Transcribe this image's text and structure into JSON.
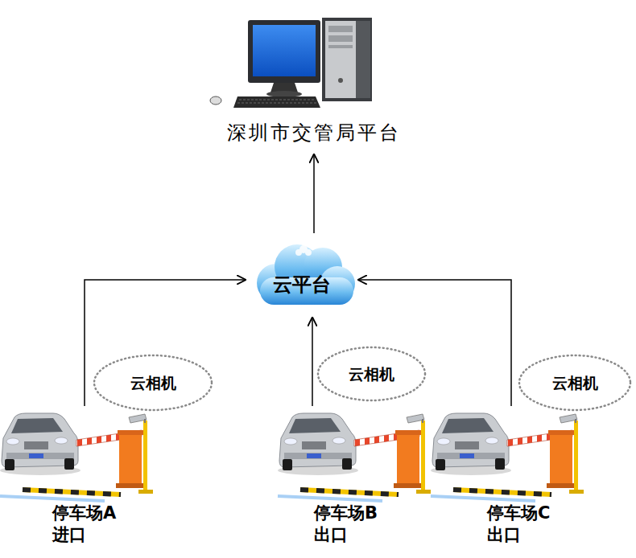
{
  "diagram": {
    "nodes": [
      {
        "text": [
          "深圳市交管局平台"
        ]
      },
      {
        "text": [
          "云平台"
        ]
      },
      {
        "text": [
          "云相机"
        ]
      },
      {
        "text": [
          "云相机"
        ]
      },
      {
        "text": [
          "云相机"
        ]
      },
      {
        "text": [
          "停车场A 进口"
        ]
      },
      {
        "text": [
          "停车场B 出口"
        ]
      },
      {
        "text": [
          "停车场C 出口"
        ]
      }
    ],
    "edges": [
      {
        "from": 5,
        "to": 1,
        "arrow": "to"
      },
      {
        "from": 6,
        "to": 1,
        "arrow": "to"
      },
      {
        "from": 7,
        "to": 1,
        "arrow": "to"
      },
      {
        "from": 1,
        "to": 0,
        "arrow": "to"
      }
    ]
  }
}
